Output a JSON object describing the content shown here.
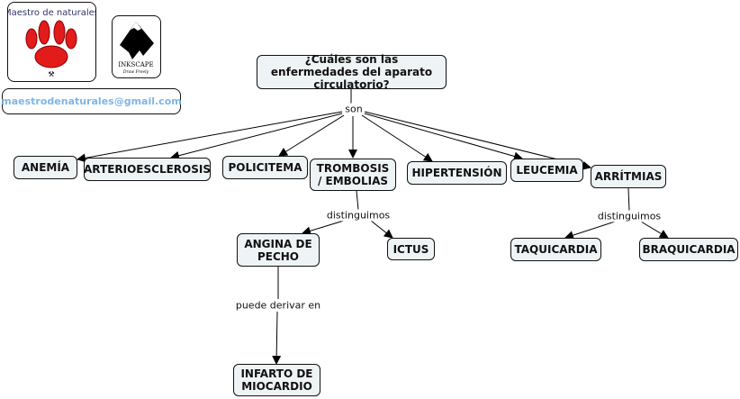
{
  "logos": {
    "maestro_text": "Maestro de naturales",
    "inkscape_title": "INKSCAPE",
    "inkscape_sub": "Draw Freely"
  },
  "email": "maestrodenaturales@gmail.com",
  "main_question": "¿Cuáles son las enfermedades del aparato circulatorio?",
  "links": {
    "son": "son",
    "distinguimos_1": "distinguimos",
    "distinguimos_2": "distinguimos",
    "puede_derivar": "puede derivar en"
  },
  "nodes": {
    "anemia": "ANEMÍA",
    "arterioesclerosis": "ARTERIOESCLEROSIS",
    "policitema": "POLICITEMA",
    "trombosis": "TROMBOSIS / EMBOLIAS",
    "hipertension": "HIPERTENSIÓN",
    "leucemia": "LEUCEMIA",
    "arritmias": "ARRÍTMIAS",
    "angina": "ANGINA DE PECHO",
    "ictus": "ICTUS",
    "taquicardia": "TAQUICARDIA",
    "braquicardia": "BRAQUICARDIA",
    "infarto": "INFARTO DE MIOCARDIO"
  }
}
